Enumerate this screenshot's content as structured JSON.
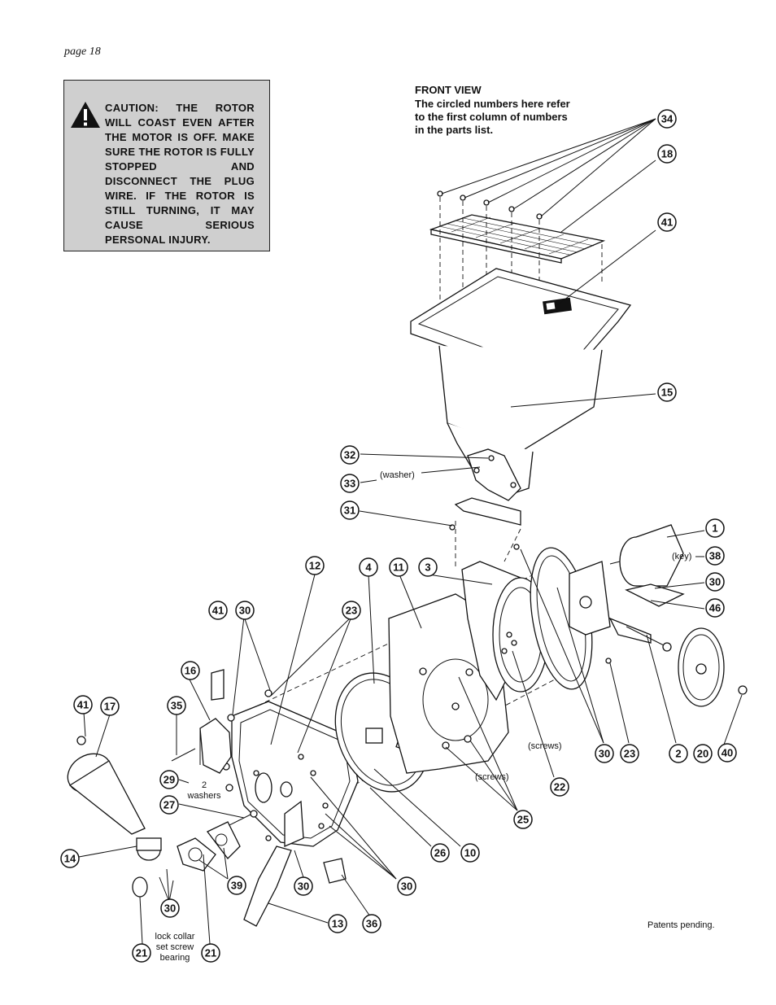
{
  "page_label": "page  18",
  "caution": {
    "icon": "warning-triangle-icon",
    "text": "CAUTION: THE ROTOR WILL COAST EVEN AFTER THE MOTOR IS OFF. MAKE SURE THE ROTOR IS FULLY STOPPED AND DISCONNECT THE PLUG WIRE. IF THE ROTOR IS STILL TURNING, IT MAY CAUSE SERIOUS PERSONAL INJURY."
  },
  "view": {
    "title": "FRONT VIEW",
    "note": "The circled numbers here refer to the first column of numbers in the parts list."
  },
  "annotations": {
    "washer": "(washer)",
    "key": "(key)",
    "screws_right": "(screws)",
    "screws_left": "(screws)",
    "two": "2",
    "washers": "washers",
    "lock_collar": "lock collar",
    "set_screw": "set screw",
    "bearing": "bearing"
  },
  "callouts": [
    "34",
    "18",
    "41",
    "15",
    "32",
    "33",
    "31",
    "1",
    "38",
    "30",
    "46",
    "12",
    "4",
    "11",
    "3",
    "41",
    "30",
    "23",
    "16",
    "35",
    "41",
    "17",
    "29",
    "27",
    "14",
    "39",
    "30",
    "21",
    "21",
    "30",
    "13",
    "36",
    "30",
    "26",
    "10",
    "25",
    "22",
    "30",
    "23",
    "2",
    "20",
    "40"
  ],
  "footer": "Patents pending."
}
